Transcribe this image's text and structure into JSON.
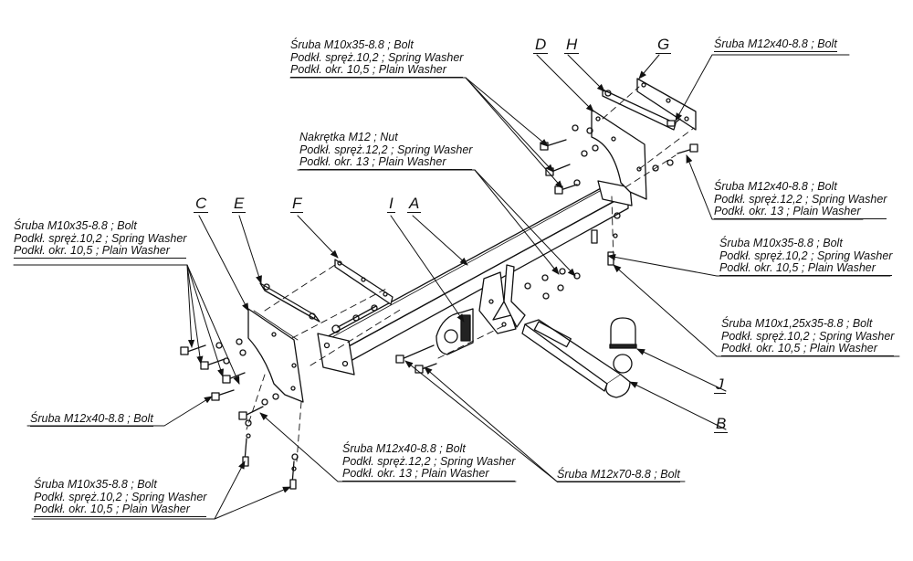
{
  "title": "Tow bar exploded assembly diagram",
  "part_letters": {
    "A": "A",
    "B": "B",
    "C": "C",
    "D": "D",
    "E": "E",
    "F": "F",
    "G": "G",
    "H": "H",
    "I": "I",
    "J": "J"
  },
  "callouts": {
    "top_center": {
      "lines": [
        "Śruba M10x35-8.8 ;  Bolt",
        "Podkł. spręż.10,2 ; Spring Washer",
        "Podkł. okr. 10,5 ; Plain Washer"
      ]
    },
    "nut": {
      "lines": [
        "Nakrętka  M12 ; Nut",
        "Podkł. spręż.12,2 ; Spring Washer",
        "Podkł. okr. 13 ; Plain Washer"
      ]
    },
    "top_right": {
      "lines": [
        "Śruba M12x40-8.8 ;  Bolt"
      ]
    },
    "right_1": {
      "lines": [
        "Śruba M12x40-8.8 ;  Bolt",
        "Podkł. spręż.12,2 ; Spring Washer",
        "Podkł. okr. 13 ; Plain Washer"
      ]
    },
    "right_2": {
      "lines": [
        "Śruba M10x35-8.8 ;  Bolt",
        "Podkł. spręż.10,2 ; Spring Washer",
        "Podkł. okr. 10,5 ; Plain Washer"
      ]
    },
    "right_3": {
      "lines": [
        "Śruba M10x1,25x35-8.8 ;  Bolt",
        "Podkł. spręż.10,2 ; Spring Washer",
        "Podkł. okr. 10,5 ; Plain Washer"
      ]
    },
    "left_1": {
      "lines": [
        "Śruba M10x35-8.8 ;  Bolt",
        "Podkł. spręż.10,2 ; Spring Washer",
        "Podkł. okr. 10,5 ; Plain Washer"
      ]
    },
    "left_2": {
      "lines": [
        "Śruba M12x40-8.8 ;  Bolt"
      ]
    },
    "bottom_center": {
      "lines": [
        "Śruba M12x40-8.8 ;  Bolt",
        "Podkł. spręż.12,2 ; Spring Washer",
        "Podkł. okr. 13 ; Plain Washer"
      ]
    },
    "bottom_left": {
      "lines": [
        "Śruba M10x35-8.8 ;  Bolt",
        "Podkł. spręż.10,2 ; Spring Washer",
        "Podkł. okr. 10,5 ; Plain Washer"
      ]
    },
    "bottom_right": {
      "lines": [
        "Śruba M12x70-8.8 ;  Bolt"
      ]
    }
  }
}
